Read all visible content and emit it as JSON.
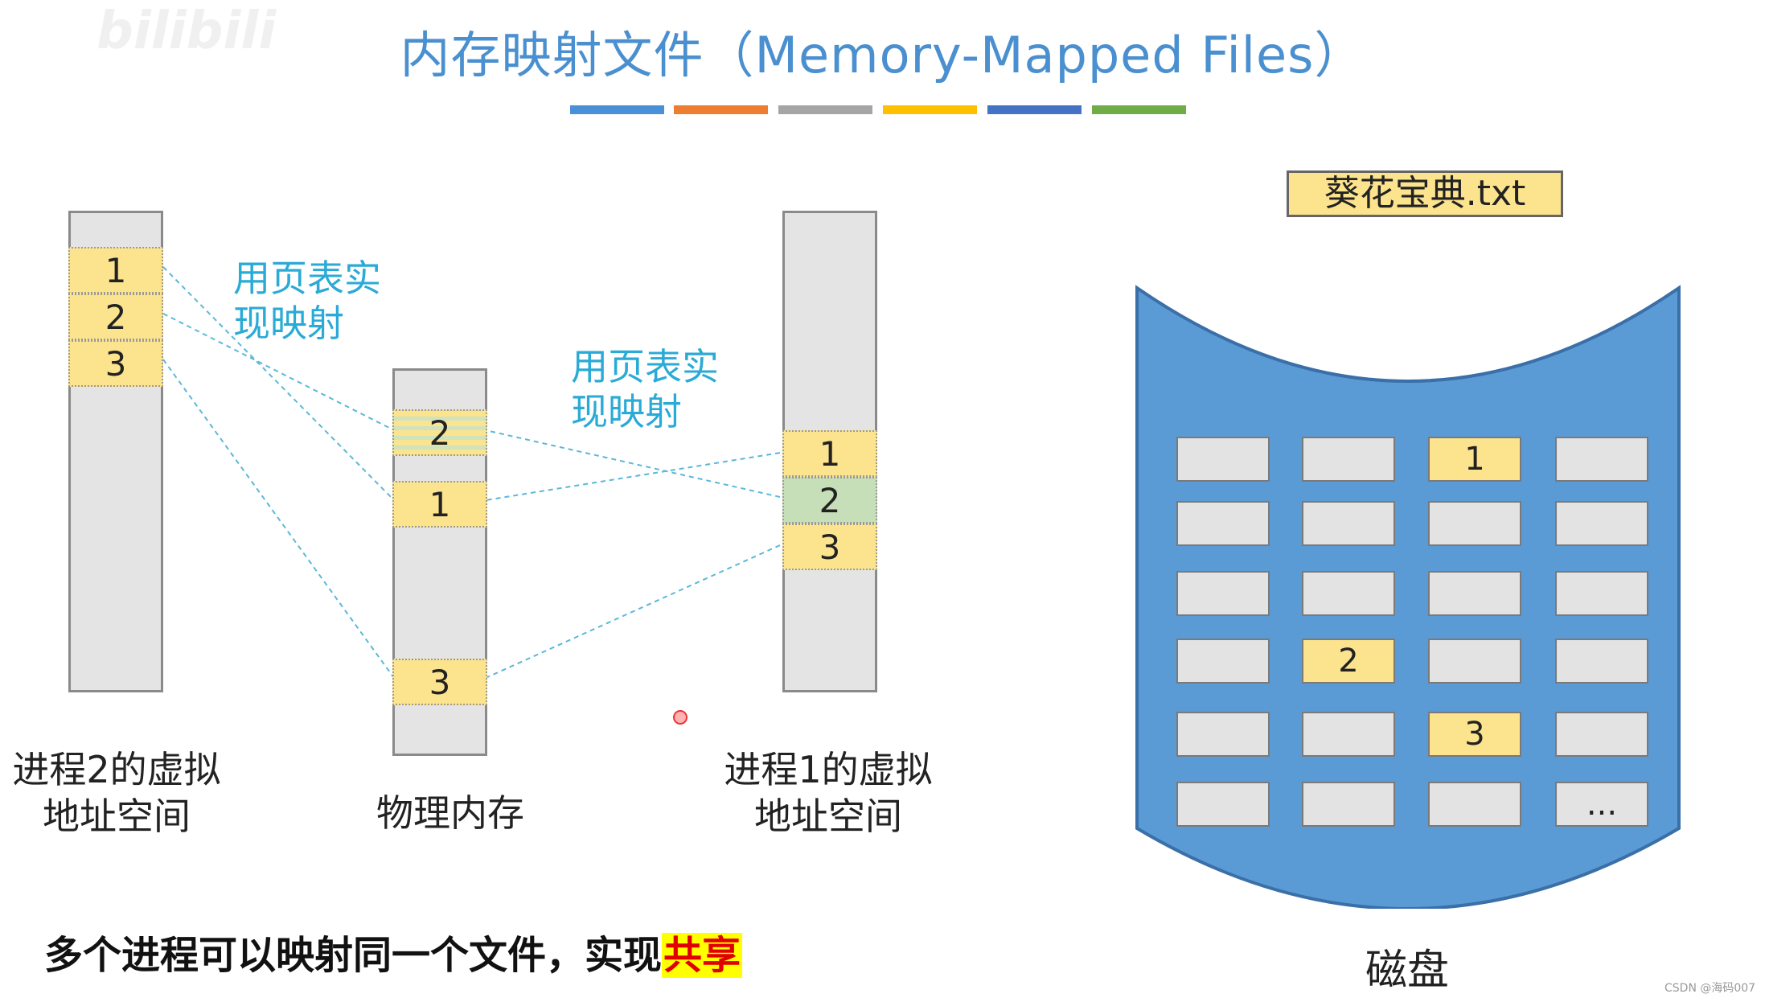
{
  "title": "内存映射文件（Memory-Mapped Files）",
  "stripe_colors": [
    "#4a90d9",
    "#ed7d31",
    "#a5a5a5",
    "#ffc000",
    "#4472c4",
    "#70ad47"
  ],
  "mapping_note": "用页表实现映射",
  "mapping_note_line1": "用页表实",
  "mapping_note_line2": "现映射",
  "process2": {
    "label_line1": "进程2的虚拟",
    "label_line2": "地址空间",
    "blocks": [
      "1",
      "2",
      "3"
    ]
  },
  "physical": {
    "label": "物理内存",
    "blocks": [
      "2",
      "1",
      "3"
    ]
  },
  "process1": {
    "label_line1": "进程1的虚拟",
    "label_line2": "地址空间",
    "blocks": [
      "1",
      "2",
      "3"
    ]
  },
  "disk": {
    "file_name": "葵花宝典.txt",
    "label": "磁盘",
    "grid": [
      [
        "",
        "",
        "1",
        ""
      ],
      [
        "",
        "",
        "",
        ""
      ],
      [
        "",
        "",
        "",
        ""
      ],
      [
        "",
        "2",
        "",
        ""
      ],
      [
        "",
        "",
        "3",
        ""
      ],
      [
        "",
        "",
        "",
        "..."
      ]
    ],
    "highlight_color": "#fce38e",
    "disk_color": "#5b9bd5"
  },
  "footer": {
    "text": "多个进程可以映射同一个文件，实现",
    "highlight": "共享",
    "highlight_color": "#ffff00",
    "highlight_text_color": "#e00000"
  },
  "watermark_logo": "bilibili",
  "credit": "CSDN @海码007"
}
